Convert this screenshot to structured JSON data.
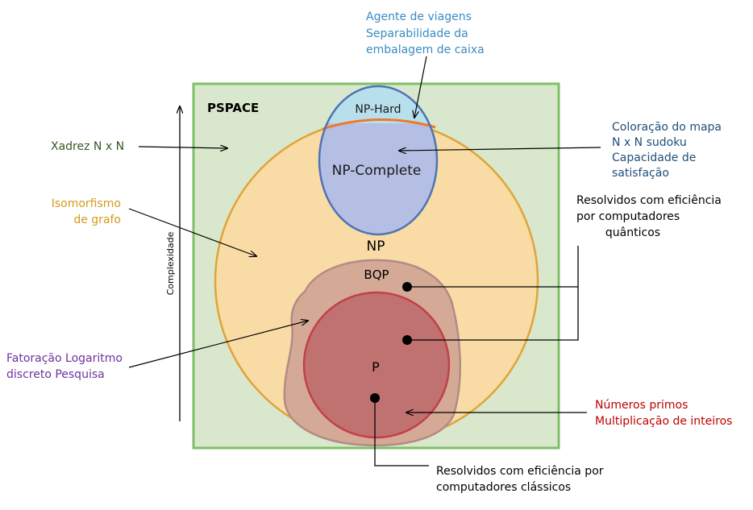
{
  "regions": {
    "pspace": "PSPACE",
    "np_hard": "NP-Hard",
    "np_complete": "NP-Complete",
    "np": "NP",
    "bqp": "BQP",
    "p": "P"
  },
  "axis_label": "Complexidade",
  "annotations": {
    "np_hard_examples": [
      "Agente de viagens",
      "Separabilidade da",
      "embalagem de caixa"
    ],
    "np_complete_examples": [
      "Coloração do mapa",
      "N x N sudoku",
      "Capacidade de",
      "satisfação"
    ],
    "quantum_efficient": [
      "Resolvidos com eficiência",
      "por computadores",
      "quânticos"
    ],
    "pspace_example": [
      "Xadrez N x N"
    ],
    "np_example": [
      "Isomorfismo",
      "de grafo"
    ],
    "bqp_example": [
      "Fatoração Logaritmo",
      "discreto Pesquisa"
    ],
    "p_examples": [
      "Números primos",
      "Multiplicação de inteiros"
    ],
    "classical_efficient": [
      "Resolvidos com eficiência por",
      "computadores clássicos"
    ]
  },
  "colors": {
    "pspace_fill": "#d9e8cc",
    "pspace_stroke": "#7fbf6a",
    "np_fill": "#f9dba5",
    "np_stroke": "#e0a43a",
    "np_hard_fill": "#b8e0ec",
    "np_complete_fill": "#b5bfe3",
    "np_complete_stroke": "#4f74b5",
    "np_hard_boundary": "#f07828",
    "bqp_fill": "#d4aa96",
    "bqp_stroke": "#b48a86",
    "p_fill": "#c07270",
    "p_stroke": "#c2404a",
    "text_np_hard_examples": "#3a8bc4",
    "text_np_complete_examples": "#1f4e79",
    "text_pspace_example": "#375623",
    "text_np_example": "#d59a1c",
    "text_bqp_example": "#7030a0",
    "text_p_examples": "#c00000",
    "text_default": "#000000"
  }
}
